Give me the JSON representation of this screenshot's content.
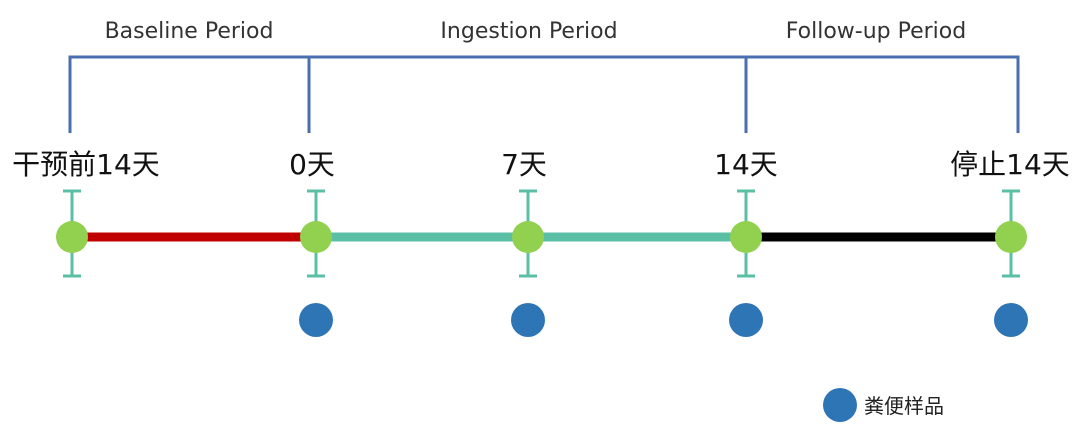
{
  "periods": [
    {
      "label": "Baseline Period"
    },
    {
      "label": "Ingestion Period"
    },
    {
      "label": "Follow-up Period"
    }
  ],
  "timepoints": [
    {
      "label": "干预前14天",
      "sample": false
    },
    {
      "label": "0天",
      "sample": true
    },
    {
      "label": "7天",
      "sample": true
    },
    {
      "label": "14天",
      "sample": true
    },
    {
      "label": "停止14天",
      "sample": true
    }
  ],
  "segments": [
    {
      "color": "#c00000"
    },
    {
      "color": "#5bbfa6"
    },
    {
      "color": "#5bbfa6"
    },
    {
      "color": "#000000"
    }
  ],
  "legend": {
    "sample_label": "粪便样品"
  },
  "colors": {
    "bracket": "#4a6fb0",
    "node": "#92d050",
    "whisker": "#5bbfa6",
    "sample_dot": "#2e75b6"
  }
}
